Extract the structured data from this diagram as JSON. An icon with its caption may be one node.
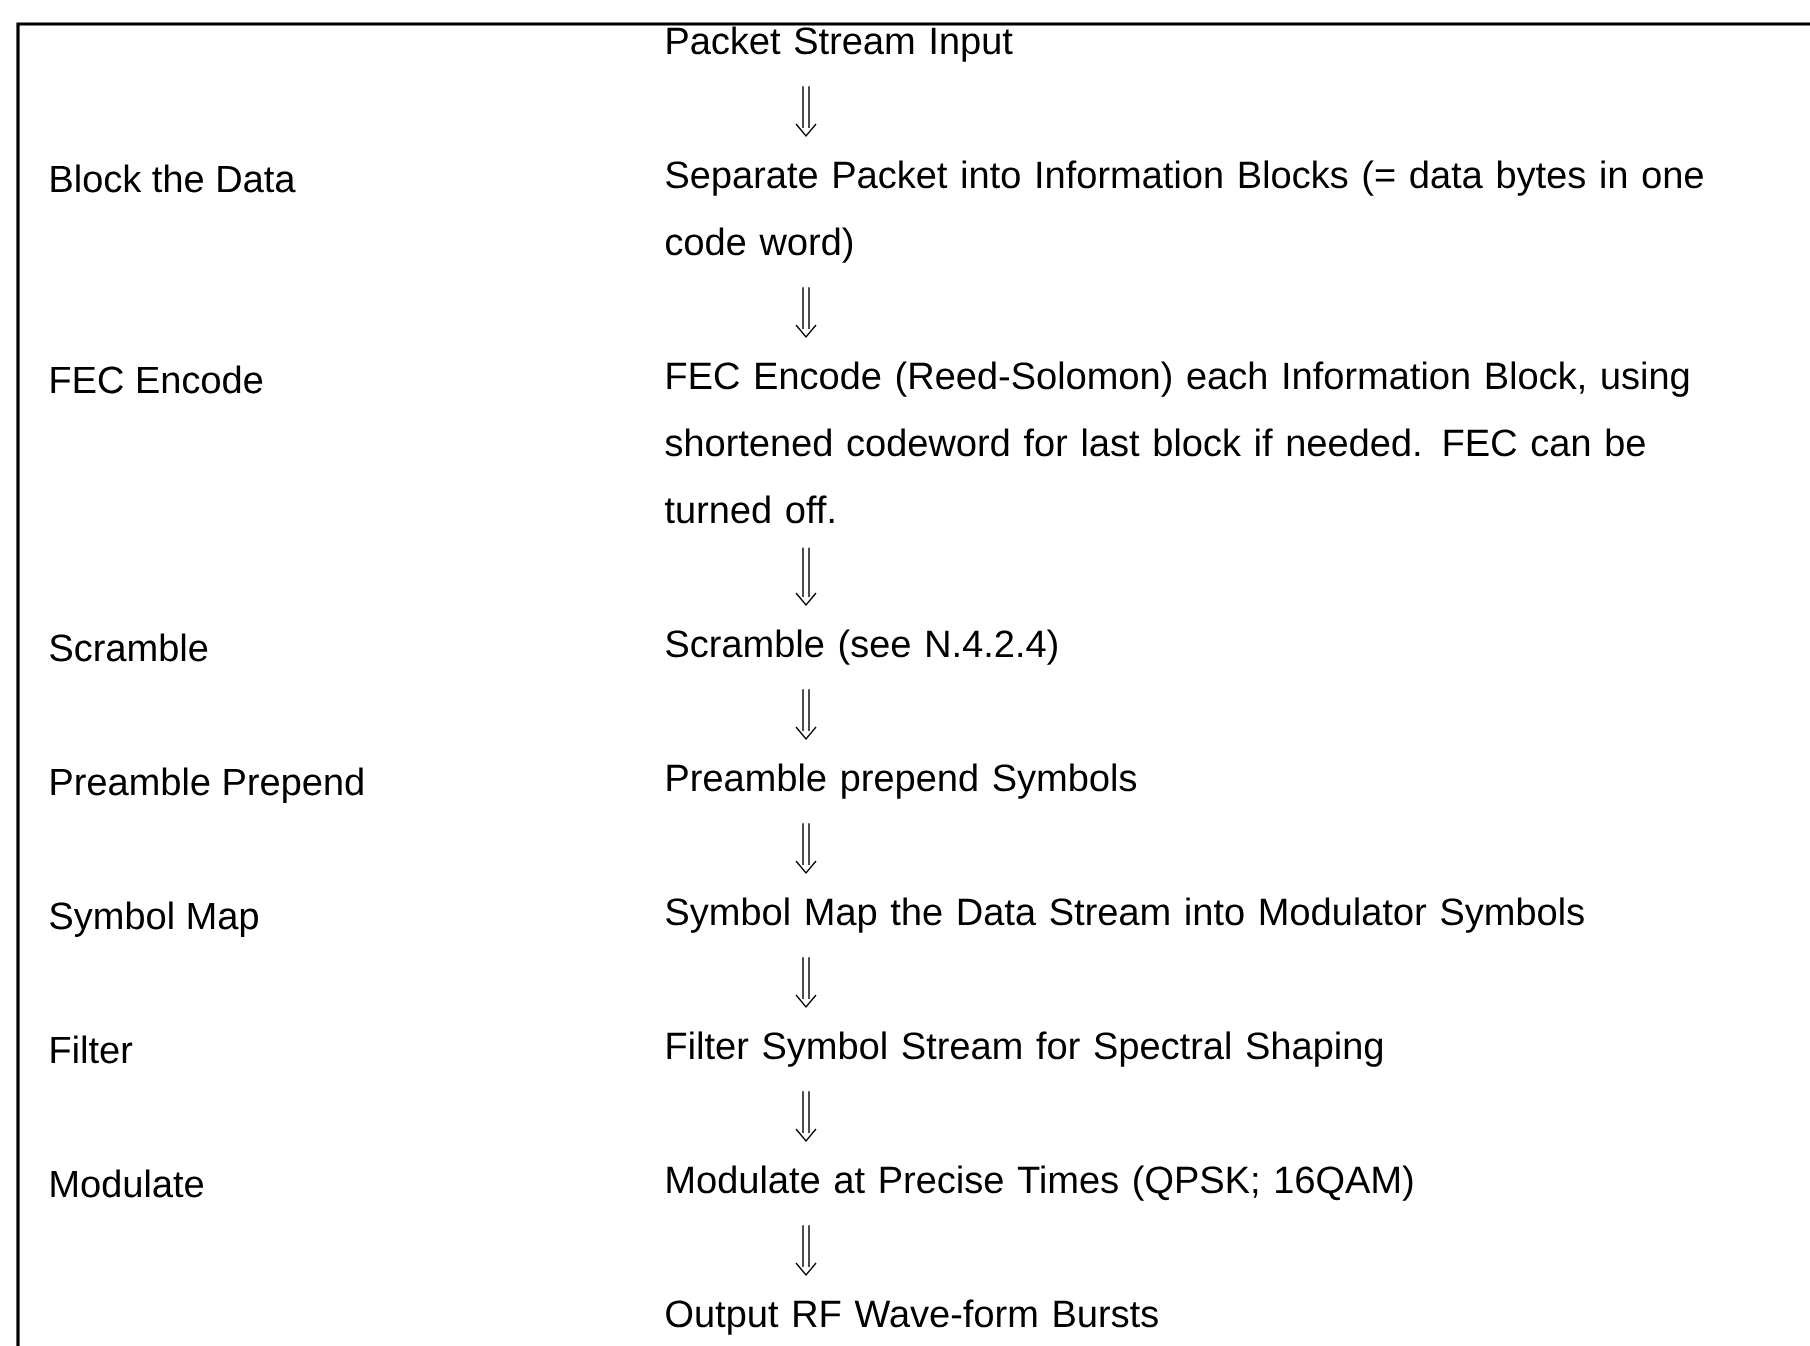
{
  "diagram": {
    "nodes": [
      {
        "text": [
          "Packet Stream Input"
        ]
      },
      {
        "text": [
          "Separate Packet into Information Blocks (= data bytes in one code word)"
        ]
      },
      {
        "text": [
          "FEC Encode (Reed-Solomon) each Information Block, using shortened codeword for last block if needed. FEC can be turned off."
        ]
      },
      {
        "text": [
          "Scramble (see N.4.2.4)"
        ]
      },
      {
        "text": [
          "Preamble prepend Symbols"
        ]
      },
      {
        "text": [
          "Symbol Map the Data Stream into Modulator Symbols"
        ]
      },
      {
        "text": [
          "Filter Symbol Stream for Spectral Shaping"
        ]
      },
      {
        "text": [
          "Modulate at Precise Times (QPSK; 16QAM)"
        ]
      },
      {
        "text": [
          "Output RF Wave-form Bursts"
        ]
      }
    ],
    "edges": [
      {
        "from": 0,
        "to": 1,
        "arrow": "to"
      },
      {
        "from": 1,
        "to": 2,
        "arrow": "to"
      },
      {
        "from": 2,
        "to": 3,
        "arrow": "to"
      },
      {
        "from": 3,
        "to": 4,
        "arrow": "to"
      },
      {
        "from": 4,
        "to": 5,
        "arrow": "to"
      },
      {
        "from": 5,
        "to": 6,
        "arrow": "to"
      },
      {
        "from": 6,
        "to": 7,
        "arrow": "to"
      },
      {
        "from": 7,
        "to": 8,
        "arrow": "to"
      }
    ],
    "labels": [
      "Block the Data",
      "FEC Encode",
      "Scramble",
      "Preamble Prepend",
      "Symbol Map",
      "Filter",
      "Modulate"
    ]
  }
}
